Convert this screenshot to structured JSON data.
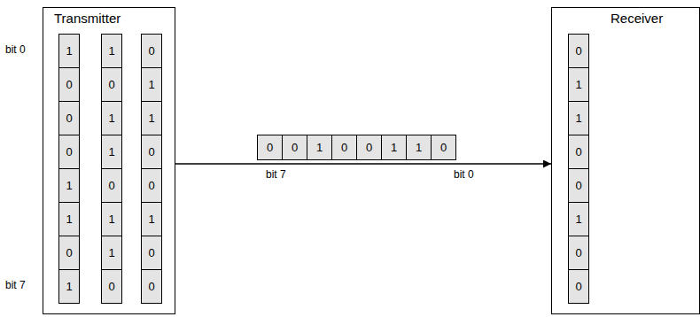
{
  "diagram": {
    "nodes": [
      {
        "text": [
          "Transmitter"
        ]
      },
      {
        "text": [
          "1"
        ],
        "in": 0
      },
      {
        "text": [
          "1"
        ],
        "in": 0
      },
      {
        "text": [
          "0"
        ],
        "in": 0
      },
      {
        "text": [
          "0"
        ],
        "in": 0
      },
      {
        "text": [
          "0"
        ],
        "in": 0
      },
      {
        "text": [
          "1"
        ],
        "in": 0
      },
      {
        "text": [
          "0"
        ],
        "in": 0
      },
      {
        "text": [
          "1"
        ],
        "in": 0
      },
      {
        "text": [
          "1"
        ],
        "in": 0
      },
      {
        "text": [
          "0"
        ],
        "in": 0
      },
      {
        "text": [
          "1"
        ],
        "in": 0
      },
      {
        "text": [
          "0"
        ],
        "in": 0
      },
      {
        "text": [
          "1"
        ],
        "in": 0
      },
      {
        "text": [
          "0"
        ],
        "in": 0
      },
      {
        "text": [
          "0"
        ],
        "in": 0
      },
      {
        "text": [
          "1"
        ],
        "in": 0
      },
      {
        "text": [
          "1"
        ],
        "in": 0
      },
      {
        "text": [
          "1"
        ],
        "in": 0
      },
      {
        "text": [
          "0"
        ],
        "in": 0
      },
      {
        "text": [
          "1"
        ],
        "in": 0
      },
      {
        "text": [
          "0"
        ],
        "in": 0
      },
      {
        "text": [
          "1"
        ],
        "in": 0
      },
      {
        "text": [
          "0"
        ],
        "in": 0
      },
      {
        "text": [
          "0"
        ],
        "in": 0
      },
      {
        "text": [
          "0"
        ]
      },
      {
        "text": [
          "0"
        ]
      },
      {
        "text": [
          "1"
        ]
      },
      {
        "text": [
          "0"
        ]
      },
      {
        "text": [
          "0"
        ]
      },
      {
        "text": [
          "1"
        ]
      },
      {
        "text": [
          "1"
        ]
      },
      {
        "text": [
          "0"
        ]
      },
      {
        "text": [
          "Receiver"
        ]
      },
      {
        "text": [
          "0"
        ],
        "in": 33
      },
      {
        "text": [
          "1"
        ],
        "in": 33
      },
      {
        "text": [
          "1"
        ],
        "in": 33
      },
      {
        "text": [
          "0"
        ],
        "in": 33
      },
      {
        "text": [
          "0"
        ],
        "in": 33
      },
      {
        "text": [
          "1"
        ],
        "in": 33
      },
      {
        "text": [
          "0"
        ],
        "in": 33
      },
      {
        "text": [
          "0"
        ],
        "in": 33
      }
    ],
    "edges": [
      {
        "from": 0,
        "to": 33,
        "arrow": "to"
      }
    ],
    "labels": [
      "bit 0",
      "bit 7",
      "bit 7",
      "bit 0"
    ]
  }
}
